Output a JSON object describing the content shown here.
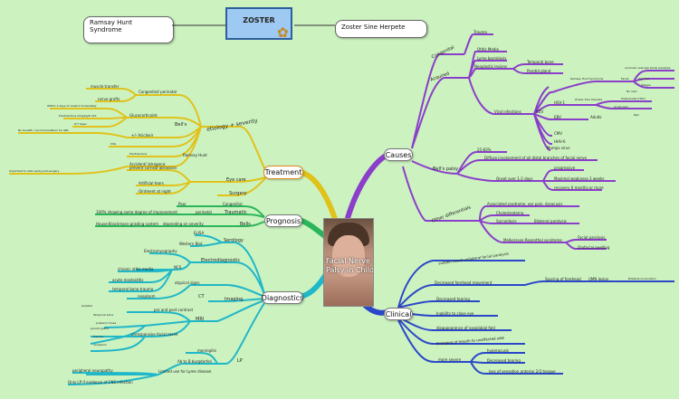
{
  "central": {
    "title": "Facial Nerve Palsy in Children"
  },
  "top": {
    "zoster": "ZOSTER",
    "ramsay": "Ramsay Hunt\nSyndrome",
    "sine": "Zoster Sine Herpete"
  },
  "branches": {
    "treatment": "Treatment",
    "prognosis": "Prognosis",
    "diagnostics": "Diagnostics",
    "causes": "Causes",
    "clinical": "Clinical"
  },
  "treatment": {
    "etiology": "etiology + severity",
    "bells": "Bell's",
    "congenital_peri": "Congenital/ perinatal",
    "muscle": "muscle transfer",
    "nerve_grafts": "nerve grafts",
    "glucocorticoids": "Glucocorticoids",
    "within3": "Within 3 days of onset if moderately",
    "prednisolone": "Prednisolone 2mg/kg/D x10",
    "x10": "D/? taper",
    "plus_acyclovir": "+/- Aciclovir",
    "no_benefit": "No benefit / recommendation for ABx",
    "ivig": "IVIG",
    "prednisolone2": "Prednisolone",
    "ramsay_hunt": "Ramsay Hunt",
    "accident": "Accident/ iatrogenic",
    "important": "Important to refer early post-surgery",
    "eye_care": "Eye care",
    "artificial": "Artificial tears",
    "ointment": "Ointment at night",
    "prevent": "prevent corneal abrasions",
    "surgery": "Surgery"
  },
  "prognosis": {
    "poor": "Poor",
    "congenital": "Congenital",
    "traumatic": "Traumatic",
    "perinatal": "perinatal",
    "improvement": "100% showing some degree of improvement",
    "depending": "depending on severity",
    "bells": "Bells",
    "house": "House-Brackmann grading system"
  },
  "diagnostics": {
    "serology": "Serology",
    "elisa": "ELISA",
    "western": "Western Blot",
    "electrodiagnostic": "Electrodiagnostic",
    "electromyo": "Electromyography",
    "ncs": "NCS",
    "chronic": "chronic otitis media",
    "acute": "acute mastoiditis",
    "temporal": "temporal bone trauma",
    "atypical": "atypical signs",
    "neoplasm": "neoplasm",
    "ct": "CT",
    "imaging": "Imaging",
    "mri": "MRI",
    "pre_post": "pre and post contrast",
    "isolated": "Isolated",
    "temp_bone": "Temporal bone",
    "post_fossa": "posterior fossa",
    "parotid": "parotid gland",
    "trauma": "trauma",
    "neoplasm2": "neoplasm",
    "unresp": "unresponsive facial nerve",
    "lp": "LP",
    "meningitis": "meningitis",
    "ab_b": "Ab to B burgdorferi",
    "limited": "Limited use for Lyme disease",
    "peripheral": "peripheral neuropathy",
    "only_lp": "Only LP if evidence of CNS infection"
  },
  "causes": {
    "congenital": "Congenital",
    "acquired": "Acquired",
    "trauma": "Trauma",
    "otitis": "Otitis Media",
    "lyme": "Lyme borreliosis",
    "neoplastic": "Neoplastic lesions",
    "temporal": "Temporal bone",
    "parotid": "Parotid gland",
    "vzv": "VZV",
    "ramsay": "Ramsay Hunt Syndrome",
    "auricular": "auricular vesicles/ facial paralysis",
    "facial": "Facial",
    "vesicle": "Vesicles",
    "otalgia": "Otalgia",
    "zoster_sine": "Zoster Sine Herpete",
    "no_rash": "No rash",
    "preferential": "Preferential (HSV)",
    "acute_pain": "Acute pain",
    "pain": "Pain",
    "viral": "Viral infections",
    "hsv": "HSV-1",
    "ebv": "EBV",
    "cmv": "CMV",
    "hhv": "HHV-6",
    "mumps": "Mumps virus",
    "adults": "Adults",
    "palsy_bells": "Bell's palsy",
    "pct": "25-83%",
    "diffuse": "Diffuse involvement of all distal branches of facial nerve",
    "onset": "Onset over 1-2 days",
    "progressive": "progressive",
    "maximal": "Maximal weakness 3 weeks",
    "recovery": "recovery 6 months or more",
    "other_diff": "Other differentials",
    "associated": "Associated prodrome, ear pain, dysacusis",
    "cholesteatoma": "Cholesteatoma",
    "sarcoidosis": "Sarcoidosis",
    "bilateral": "Bilateral paralysis",
    "melkersson": "Melkersson-Rosenthal syndrome",
    "facial_paralysis": "Facial paralysis",
    "orofacial": "Orofacial swelling"
  },
  "clinical": {
    "sudden": "sudden onset unilateral facial paralysis",
    "decreased_forehead": "Decreased forehead movement",
    "sparing": "Sparing of forehead",
    "umn": "UMN lesion",
    "unilateral": "Bilateral innervation",
    "decreased_tearing": "Decreased tearing",
    "inability": "Inability to close eye",
    "disappearance": "disappearance of nasolabial fold",
    "drooping": "Drooping of mouth to unaffected side",
    "more_severe": "more severe",
    "hyperacusis": "hyperacusis",
    "decreased_tearing2": "Decreased tearing",
    "loss_taste": "loss of sensation anterior 2/3 tongue"
  },
  "colors": {
    "causes": "#8a3ec9",
    "clinical": "#2b47c9",
    "treatment": "#e1c21b",
    "prognosis": "#2bb55a",
    "diagnostics": "#20b7c8",
    "treatment_box": "#f6a43c",
    "background": "#ccf2c0"
  }
}
